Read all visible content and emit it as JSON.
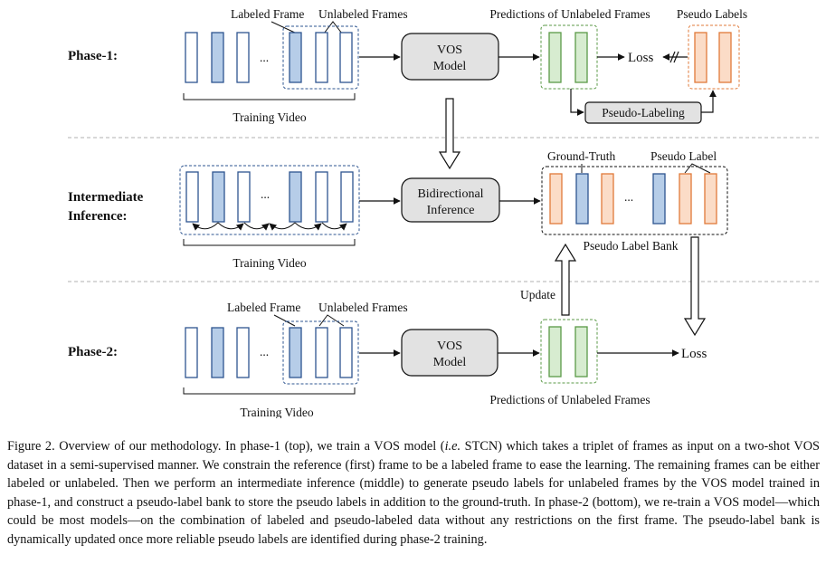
{
  "figure": {
    "phase1": {
      "title": "Phase-1:",
      "labeled_frame": "Labeled Frame",
      "unlabeled_frames": "Unlabeled Frames",
      "ellipsis": "...",
      "training_video": "Training Video",
      "model_line1": "VOS",
      "model_line2": "Model",
      "predictions": "Predictions of Unlabeled Frames",
      "pseudo_labels": "Pseudo Labels",
      "loss": "Loss",
      "pseudo_labeling": "Pseudo-Labeling"
    },
    "intermediate": {
      "title_line1": "Intermediate",
      "title_line2": "Inference:",
      "ellipsis": "...",
      "training_video": "Training Video",
      "box_line1": "Bidirectional",
      "box_line2": "Inference",
      "ground_truth": "Ground-Truth",
      "pseudo_label": "Pseudo Label",
      "bank": "Pseudo Label Bank",
      "update": "Update"
    },
    "phase2": {
      "title": "Phase-2:",
      "labeled_frame": "Labeled Frame",
      "unlabeled_frames": "Unlabeled Frames",
      "ellipsis": "...",
      "training_video": "Training Video",
      "model_line1": "VOS",
      "model_line2": "Model",
      "predictions": "Predictions of Unlabeled Frames",
      "loss": "Loss"
    }
  },
  "caption": {
    "p1": "Figure 2. Overview of our methodology. In phase-1 (top), we train a VOS model (",
    "ie": "i.e.",
    "p2": " STCN) which takes a triplet of frames as input on a two-shot VOS dataset in a semi-supervised manner. We constrain the reference (first) frame to be a labeled frame to ease the learning. The remaining frames can be either labeled or unlabeled. Then we perform an intermediate inference (middle) to generate pseudo labels for unlabeled frames by the VOS model trained in phase-1, and construct a pseudo-label bank to store the pseudo labels in addition to the ground-truth. In phase-2 (bottom), we re-train a VOS model—which could be most models—on the combination of labeled and pseudo-labeled data without any restrictions on the first frame. The pseudo-label bank is dynamically updated once more reliable pseudo labels are identified during phase-2 training."
  },
  "colors": {
    "labeled_fill": "#b6cde8",
    "frame_stroke": "#2e5590",
    "model_fill": "#e2e2e2",
    "green_fill": "#d7ecd0",
    "green_stroke": "#5b9a47",
    "orange_fill": "#fbdcc7",
    "orange_stroke": "#e07a3a",
    "separator": "#b0b0b0"
  }
}
